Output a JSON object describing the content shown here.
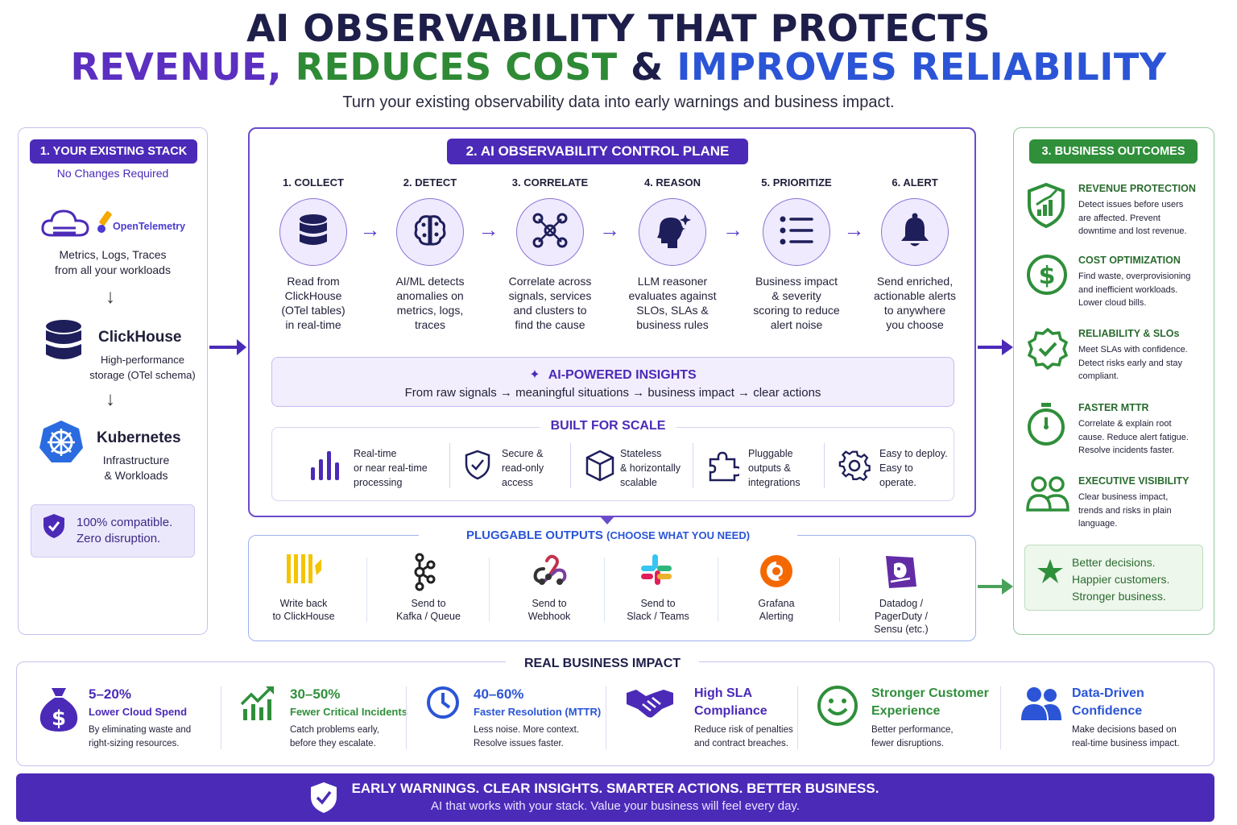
{
  "header": {
    "title": "AI OBSERVABILITY THAT PROTECTS",
    "headline_revenue": "REVENUE,",
    "headline_cost": "REDUCES COST",
    "headline_amp": "&",
    "headline_reliability": "IMPROVES RELIABILITY",
    "subtitle": "Turn your existing observability data into early warnings and business impact."
  },
  "stack": {
    "badge": "1. YOUR EXISTING STACK",
    "subtitle": "No Changes Required",
    "otel_label": "OpenTelemetry",
    "signals_line1": "Metrics, Logs, Traces",
    "signals_line2": "from all your workloads",
    "clickhouse_name": "ClickHouse",
    "clickhouse_line1": "High-performance",
    "clickhouse_line2": "storage (OTel schema)",
    "k8s_name": "Kubernetes",
    "k8s_line1": "Infrastructure",
    "k8s_line2": "& Workloads",
    "compat_line1": "100% compatible.",
    "compat_line2": "Zero disruption."
  },
  "control_plane": {
    "badge": "2. AI OBSERVABILITY CONTROL PLANE",
    "steps": [
      {
        "title": "1. COLLECT",
        "icon": "database-icon",
        "desc": [
          "Read from",
          "ClickHouse",
          "(OTel tables)",
          "in real-time"
        ]
      },
      {
        "title": "2. DETECT",
        "icon": "brain-icon",
        "desc": [
          "AI/ML detects",
          "anomalies on",
          "metrics, logs,",
          "traces"
        ]
      },
      {
        "title": "3. CORRELATE",
        "icon": "network-icon",
        "desc": [
          "Correlate across",
          "signals, services",
          "and clusters to",
          "find the cause"
        ]
      },
      {
        "title": "4. REASON",
        "icon": "head-sparkle-icon",
        "desc": [
          "LLM reasoner",
          "evaluates against",
          "SLOs, SLAs &",
          "business rules"
        ]
      },
      {
        "title": "5. PRIORITIZE",
        "icon": "list-icon",
        "desc": [
          "Business impact",
          "& severity",
          "scoring to reduce",
          "alert noise"
        ]
      },
      {
        "title": "6. ALERT",
        "icon": "bell-icon",
        "desc": [
          "Send enriched,",
          "actionable alerts",
          "to anywhere",
          "you choose"
        ]
      }
    ],
    "insights_title": "AI-POWERED INSIGHTS",
    "insights_flow": "From raw signals → meaningful situations → business impact → clear actions",
    "scale_title": "BUILT FOR SCALE",
    "scale": [
      {
        "icon": "bars-icon",
        "lines": [
          "Real-time",
          "or near real-time",
          "processing"
        ]
      },
      {
        "icon": "shield-check-icon",
        "lines": [
          "Secure &",
          "read-only",
          "access"
        ]
      },
      {
        "icon": "cube-icon",
        "lines": [
          "Stateless",
          "& horizontally",
          "scalable"
        ]
      },
      {
        "icon": "puzzle-icon",
        "lines": [
          "Pluggable",
          "outputs &",
          "integrations"
        ]
      },
      {
        "icon": "gear-icon",
        "lines": [
          "Easy to deploy.",
          "Easy to",
          "operate."
        ]
      }
    ]
  },
  "outputs": {
    "title": "PLUGGABLE OUTPUTS",
    "title_note": "(CHOOSE WHAT YOU NEED)",
    "items": [
      {
        "icon": "clickhouse-logo-icon",
        "lines": [
          "Write back",
          "to ClickHouse"
        ]
      },
      {
        "icon": "kafka-icon",
        "lines": [
          "Send to",
          "Kafka / Queue"
        ]
      },
      {
        "icon": "webhook-icon",
        "lines": [
          "Send to",
          "Webhook"
        ]
      },
      {
        "icon": "slack-icon",
        "lines": [
          "Send to",
          "Slack / Teams"
        ]
      },
      {
        "icon": "grafana-icon",
        "lines": [
          "Grafana",
          "Alerting"
        ]
      },
      {
        "icon": "datadog-icon",
        "lines": [
          "Datadog /",
          "PagerDuty /",
          "Sensu (etc.)"
        ]
      }
    ]
  },
  "outcomes": {
    "badge": "3. BUSINESS OUTCOMES",
    "items": [
      {
        "icon": "shield-chart-icon",
        "title": "REVENUE PROTECTION",
        "lines": [
          "Detect issues before users",
          "are affected.  Prevent",
          "downtime and lost revenue."
        ]
      },
      {
        "icon": "dollar-icon",
        "title": "COST OPTIMIZATION",
        "lines": [
          "Find waste, overprovisioning",
          "and inefficient workloads.",
          "Lower cloud bills."
        ]
      },
      {
        "icon": "badge-check-icon",
        "title": "RELIABILITY & SLOs",
        "lines": [
          "Meet SLAs with confidence.",
          "Detect risks early and stay",
          "compliant."
        ]
      },
      {
        "icon": "stopwatch-icon",
        "title": "FASTER MTTR",
        "lines": [
          "Correlate & explain root",
          "cause. Reduce alert fatigue.",
          "Resolve incidents faster."
        ]
      },
      {
        "icon": "users-icon",
        "title": "EXECUTIVE VISIBILITY",
        "lines": [
          "Clear business impact,",
          "trends and risks in plain",
          "language."
        ]
      }
    ],
    "better": [
      "Better decisions.",
      "Happier customers.",
      "Stronger business."
    ]
  },
  "impact": {
    "title": "REAL BUSINESS IMPACT",
    "items": [
      {
        "icon": "money-bag-icon",
        "value": "5–20%",
        "label": "Lower Cloud Spend",
        "lines": [
          "By eliminating waste and",
          "right-sizing resources."
        ],
        "color": "#4b2ab8"
      },
      {
        "icon": "trend-up-icon",
        "value": "30–50%",
        "label": "Fewer Critical Incidents",
        "lines": [
          "Catch problems early,",
          "before they escalate."
        ],
        "color": "#2f8f3a"
      },
      {
        "icon": "clock-icon",
        "value": "40–60%",
        "label": "Faster Resolution (MTTR)",
        "lines": [
          "Less noise. More context.",
          "Resolve issues faster."
        ],
        "color": "#2b55d6"
      },
      {
        "icon": "handshake-icon",
        "value": "High SLA",
        "label": "Compliance",
        "lines": [
          "Reduce risk of penalties",
          "and contract breaches."
        ],
        "color": "#4b2ab8"
      },
      {
        "icon": "smile-icon",
        "value": "Stronger Customer",
        "label": "Experience",
        "lines": [
          "Better performance,",
          "fewer disruptions."
        ],
        "color": "#2f8f3a"
      },
      {
        "icon": "people-icon",
        "value": "Data-Driven",
        "label": "Confidence",
        "lines": [
          "Make decisions based on",
          "real-time business impact."
        ],
        "color": "#2b55d6"
      }
    ]
  },
  "footer": {
    "line1": "EARLY WARNINGS. CLEAR INSIGHTS. SMARTER ACTIONS. BETTER BUSINESS.",
    "line2": "AI that works with your stack. Value your business will feel every day."
  },
  "colors": {
    "purple": "#4b2ab8",
    "green": "#2f8f3a",
    "blue": "#2b55d6",
    "navy": "#1e1e4a"
  }
}
